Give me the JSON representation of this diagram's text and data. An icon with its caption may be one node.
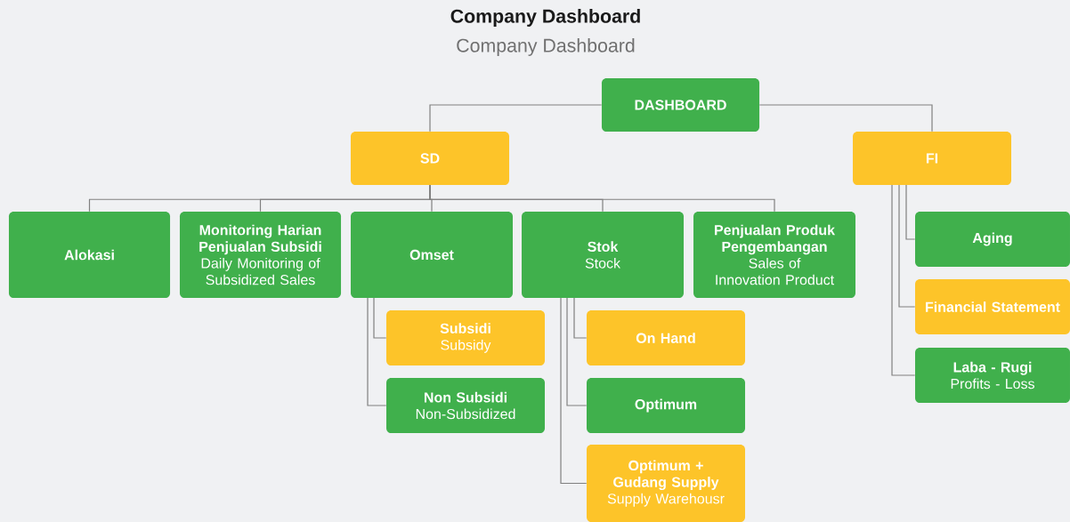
{
  "diagram": {
    "title": "Company Dashboard",
    "caption": "Company Dashboard",
    "nodes": [
      {
        "text": [
          "DASHBOARD"
        ]
      },
      {
        "text": [
          "SD"
        ]
      },
      {
        "text": [
          "FI"
        ]
      },
      {
        "text": [
          "Alokasi"
        ]
      },
      {
        "text": [
          "Monitoring Harian Penjualan Subsidi",
          "Daily Monitoring of Subsidized Sales"
        ]
      },
      {
        "text": [
          "Omset"
        ]
      },
      {
        "text": [
          "Stok",
          "Stock"
        ]
      },
      {
        "text": [
          "Penjualan Produk Pengembangan",
          "Sales of Innovation Product"
        ]
      },
      {
        "text": [
          "Aging"
        ]
      },
      {
        "text": [
          "Financial Statement"
        ]
      },
      {
        "text": [
          "Laba - Rugi",
          "Profits - Loss"
        ]
      },
      {
        "text": [
          "Subsidi",
          "Subsidy"
        ]
      },
      {
        "text": [
          "Non Subsidi",
          "Non-Subsidized"
        ]
      },
      {
        "text": [
          "On Hand"
        ]
      },
      {
        "text": [
          "Optimum"
        ]
      },
      {
        "text": [
          "Optimum + Gudang Supply",
          "Supply Warehousr"
        ]
      }
    ],
    "edges": [
      {
        "from": 0,
        "to": 1,
        "arrow": "none"
      },
      {
        "from": 0,
        "to": 2,
        "arrow": "none"
      },
      {
        "from": 1,
        "to": 3,
        "arrow": "none"
      },
      {
        "from": 1,
        "to": 4,
        "arrow": "none"
      },
      {
        "from": 1,
        "to": 5,
        "arrow": "none"
      },
      {
        "from": 1,
        "to": 6,
        "arrow": "none"
      },
      {
        "from": 1,
        "to": 7,
        "arrow": "none"
      },
      {
        "from": 2,
        "to": 8,
        "arrow": "none"
      },
      {
        "from": 2,
        "to": 9,
        "arrow": "none"
      },
      {
        "from": 2,
        "to": 10,
        "arrow": "none"
      },
      {
        "from": 5,
        "to": 11,
        "arrow": "none"
      },
      {
        "from": 5,
        "to": 12,
        "arrow": "none"
      },
      {
        "from": 6,
        "to": 13,
        "arrow": "none"
      },
      {
        "from": 6,
        "to": 14,
        "arrow": "none"
      },
      {
        "from": 6,
        "to": 15,
        "arrow": "none"
      }
    ]
  }
}
